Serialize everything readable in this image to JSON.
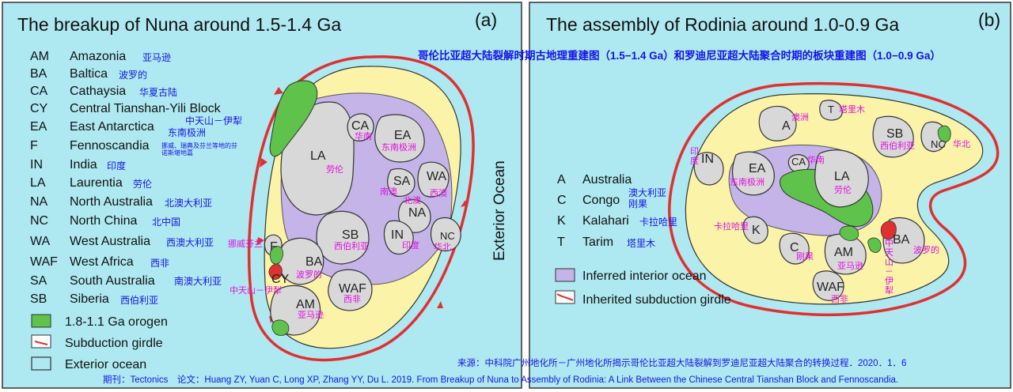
{
  "panel_a": {
    "title": "The breakup of Nuna around 1.5-1.4 Ga",
    "letter": "(a)",
    "legend": [
      {
        "abbr": "AM",
        "name": "Amazonia",
        "zh": "亚马逊"
      },
      {
        "abbr": "BA",
        "name": "Baltica",
        "zh": "波罗的"
      },
      {
        "abbr": "CA",
        "name": "Cathaysia",
        "zh": "华夏古陆"
      },
      {
        "abbr": "CY",
        "name": "Central Tianshan-Yili Block",
        "zh": "中天山－伊犁"
      },
      {
        "abbr": "EA",
        "name": "East Antarctica",
        "zh": "东南极洲"
      },
      {
        "abbr": "F",
        "name": "Fennoscandia",
        "zh": "挪威、瑞典及芬兰等地的芬诺斯堪地嘉"
      },
      {
        "abbr": "IN",
        "name": "India",
        "zh": "印度"
      },
      {
        "abbr": "LA",
        "name": "Laurentia",
        "zh": "劳伦"
      },
      {
        "abbr": "NA",
        "name": "North Australia",
        "zh": "北澳大利亚"
      },
      {
        "abbr": "NC",
        "name": "North China",
        "zh": "北中国"
      },
      {
        "abbr": "WA",
        "name": "West Australia",
        "zh": "西澳大利亚"
      },
      {
        "abbr": "WAF",
        "name": "West Africa",
        "zh": "西非"
      },
      {
        "abbr": "SA",
        "name": "South Australia",
        "zh": "南澳大利亚"
      },
      {
        "abbr": "SB",
        "name": "Siberia",
        "zh": "西伯利亚"
      }
    ],
    "key": {
      "orogen": "1.8-1.1 Ga orogen",
      "girdle": "Subduction girdle",
      "ocean": "Exterior ocean"
    },
    "exterior_label": "Exterior Ocean",
    "map": {
      "LA": "LA",
      "CA": "CA",
      "EA": "EA",
      "SA": "SA",
      "WA": "WA",
      "NA": "NA",
      "IN": "IN",
      "NC": "NC",
      "SB": "SB",
      "BA": "BA",
      "F": "F",
      "CY": "CY",
      "WAF": "WAF",
      "AM": "AM",
      "zh_LA": "劳伦",
      "zh_CA": "华南",
      "zh_EA": "东南极洲",
      "zh_SA": "南澳",
      "zh_WA": "西澳",
      "zh_NA": "北澳",
      "zh_IN": "印度",
      "zh_NC": "华北",
      "zh_SB": "西伯利亚",
      "zh_BA": "波罗的",
      "zh_F": "挪威芬兰",
      "zh_CY": "中天山－伊犁",
      "zh_WAF": "西非",
      "zh_AM": "亚马逊"
    }
  },
  "panel_b": {
    "title": "The assembly of Rodinia around 1.0-0.9 Ga",
    "letter": "(b)",
    "legend": [
      {
        "abbr": "A",
        "name": "Australia",
        "zh": "澳大利亚"
      },
      {
        "abbr": "C",
        "name": "Congo",
        "zh": "刚果"
      },
      {
        "abbr": "K",
        "name": "Kalahari",
        "zh": "卡拉哈里"
      },
      {
        "abbr": "T",
        "name": "Tarim",
        "zh": "塔里木"
      }
    ],
    "key": {
      "interior": "Inferred interior ocean",
      "inherited": "Inherited subduction girdle"
    },
    "map": {
      "A": "A",
      "T": "T",
      "SB": "SB",
      "NC": "NC",
      "IN": "IN",
      "EA": "EA",
      "CA": "CA",
      "LA": "LA",
      "K": "K",
      "C": "C",
      "AM": "AM",
      "WAF": "WAF",
      "BA": "BA",
      "zh_A": "澳洲",
      "zh_T": "塔里木",
      "zh_SB": "西伯利亚",
      "zh_NC": "华北",
      "zh_IN": "印度",
      "zh_EA": "东南极洲",
      "zh_CA": "华南",
      "zh_LA": "劳伦",
      "zh_K": "卡拉哈里",
      "zh_C": "刚果",
      "zh_AM": "亚马逊",
      "zh_WAF": "西非",
      "zh_BA": "波罗的",
      "zh_CY": "中天山－伊犁"
    }
  },
  "banner": "哥伦比亚超大陆裂解时期古地理重建图（1.5−1.4 Ga）和罗迪尼亚超大陆聚合时期的板块重建图（1.0−0.9 Ga）",
  "footer": {
    "source": "来源：中科院广州地化所－广州地化所揭示哥伦比亚超大陆裂解到罗迪尼亚超大陆聚合的转换过程．2020．1．6",
    "citation": "期刊：Tectonics　论文：Huang ZY, Yuan C, Long XP, Zhang YY, Du L. 2019. From Breakup of Nuna to Assembly of Rodinia: A Link Between the Chinese Central Tianshan Block and Fennoscandia."
  },
  "colors": {
    "ocean": "#aee8f0",
    "continent": "#d8d8d8",
    "interior": "#c4b4e8",
    "orogen": "#5fc24a",
    "girdle": "#e03030",
    "shelf": "#fbf3a8"
  }
}
